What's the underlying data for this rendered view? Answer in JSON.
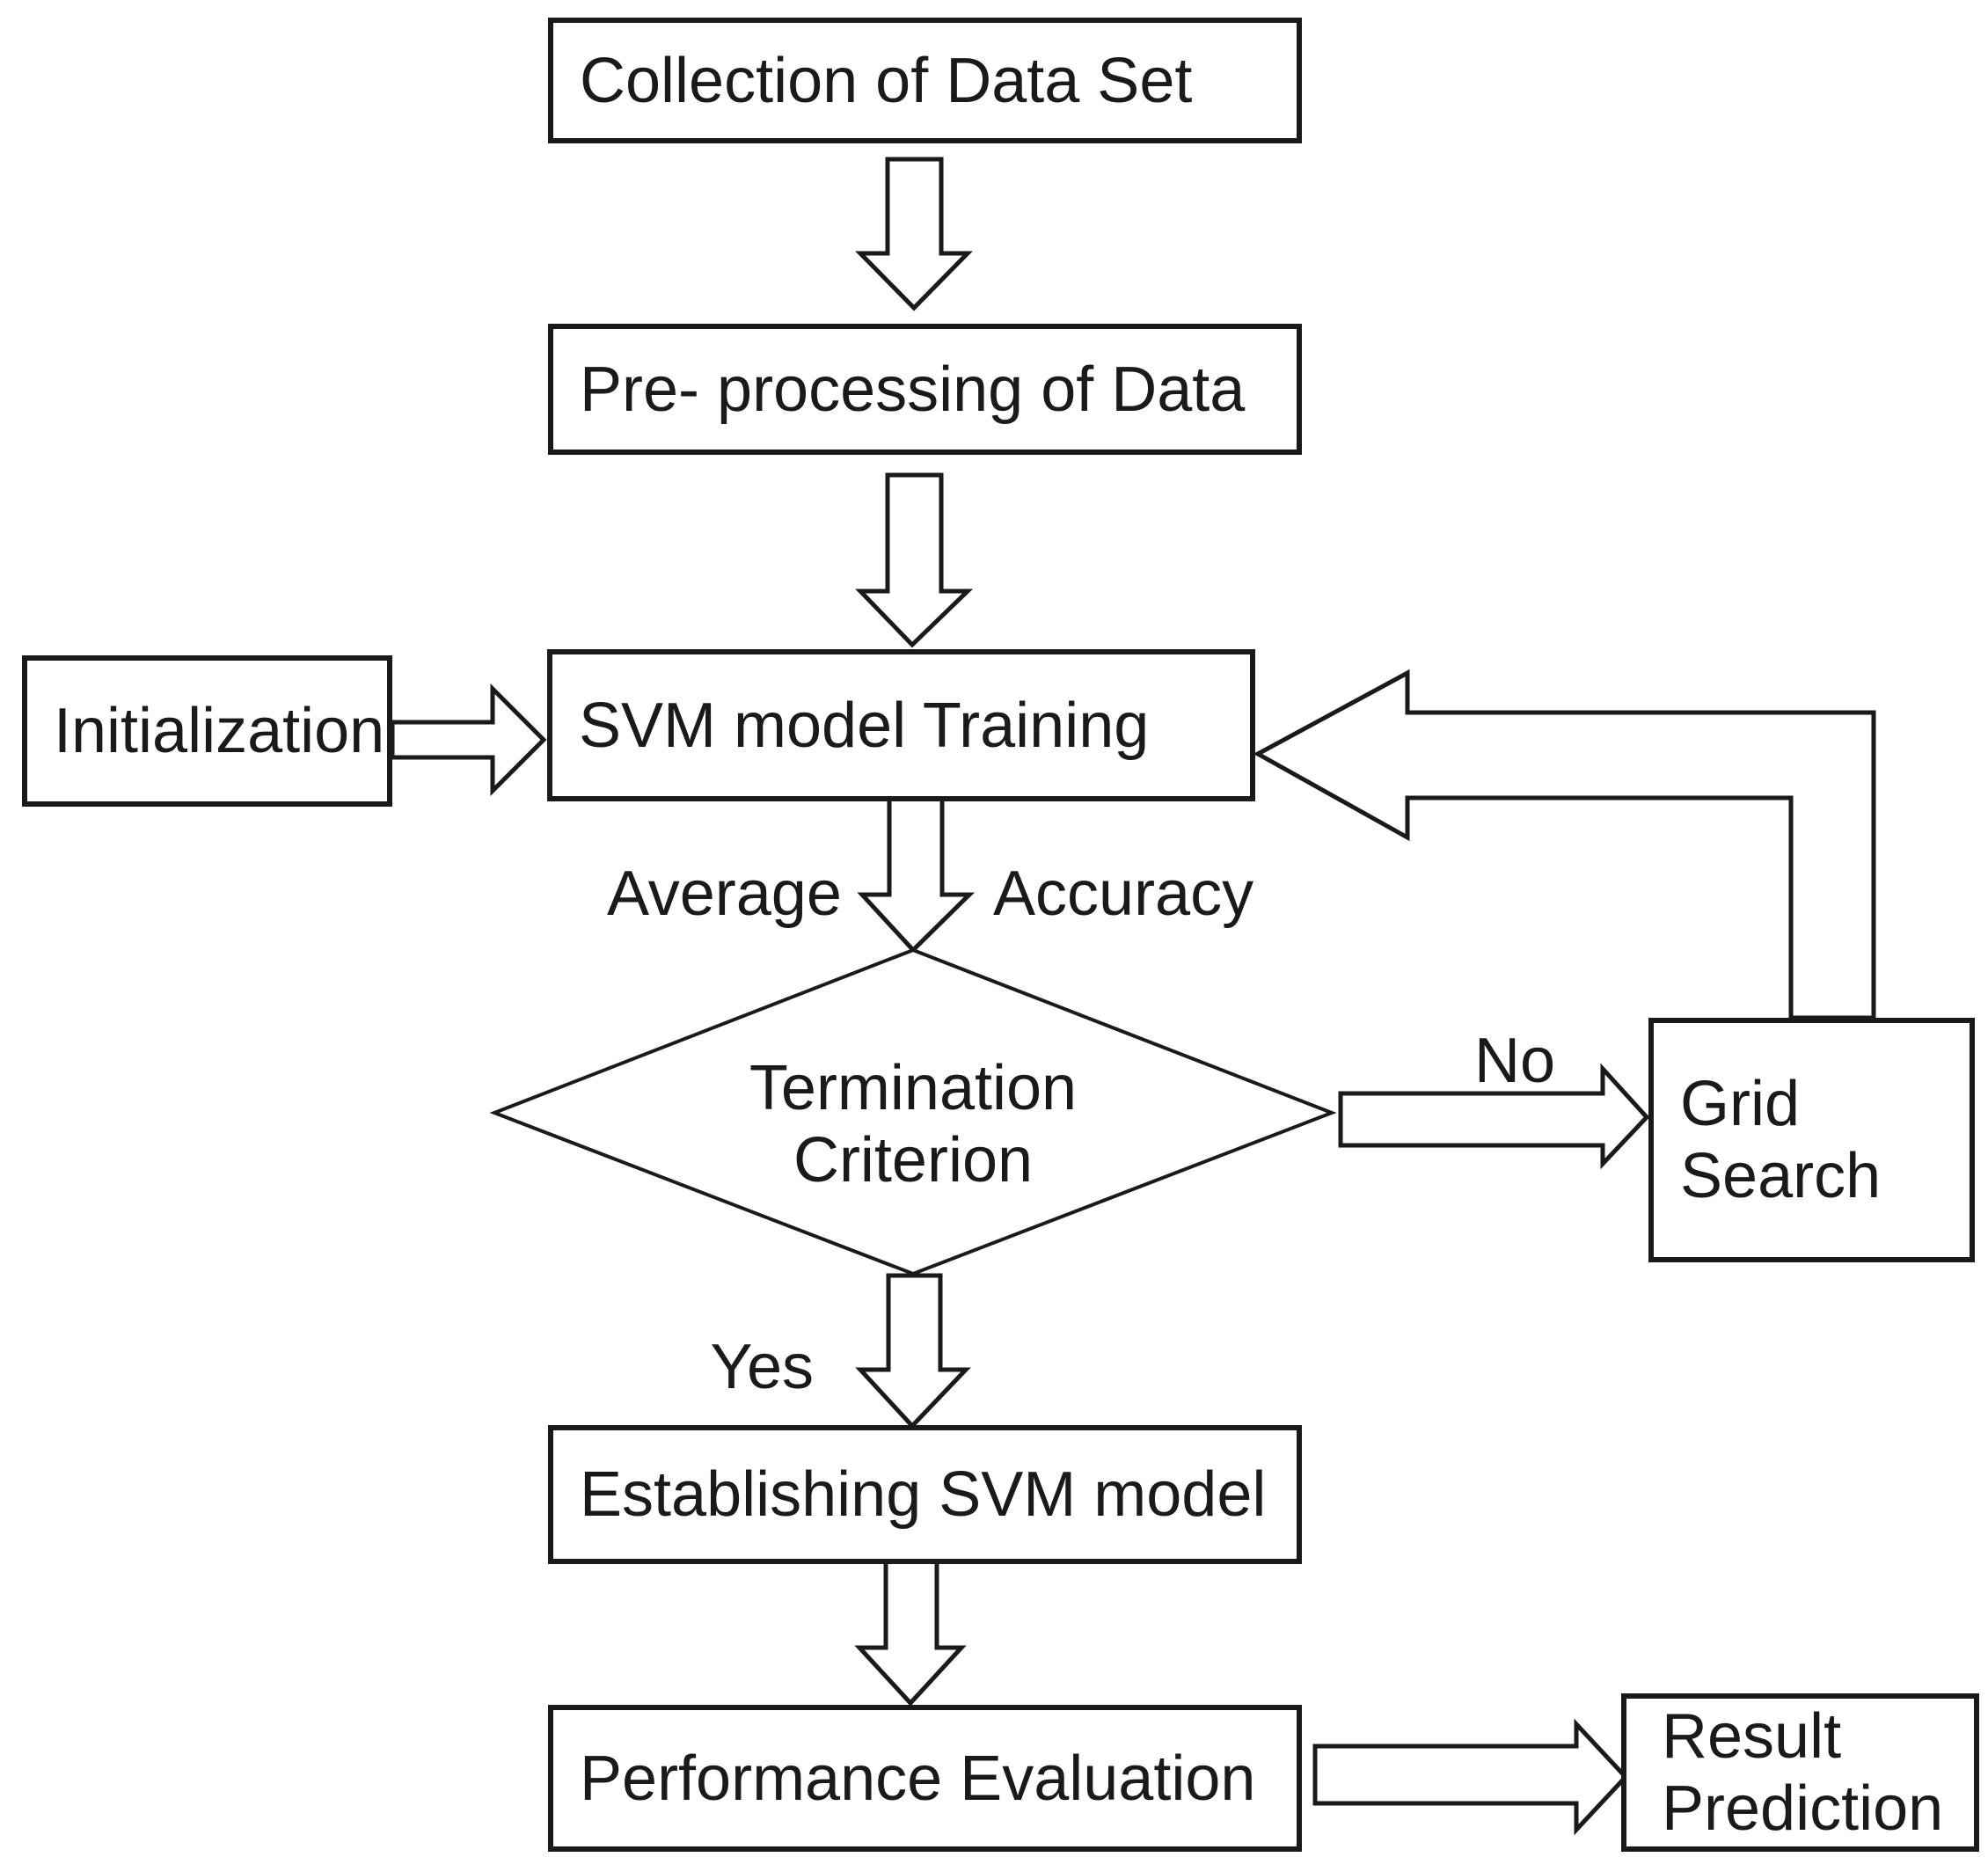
{
  "nodes": {
    "collection": {
      "label": "Collection of Data Set"
    },
    "preprocessing": {
      "label": "Pre- processing of Data"
    },
    "initialization": {
      "label": "Initialization"
    },
    "svm_training": {
      "label": "SVM model Training"
    },
    "termination": {
      "line1": "Termination",
      "line2": "Criterion"
    },
    "grid_search": {
      "line1": "Grid",
      "line2": "Search"
    },
    "establishing": {
      "label": "Establishing SVM model"
    },
    "performance": {
      "label": "Performance Evaluation"
    },
    "result": {
      "line1": "Result",
      "line2": "Prediction"
    }
  },
  "labels": {
    "average": "Average",
    "accuracy": "Accuracy",
    "no": "No",
    "yes": "Yes"
  },
  "colors": {
    "line": "#1a1a1a",
    "text": "#1a1a1a",
    "background": "#ffffff"
  }
}
